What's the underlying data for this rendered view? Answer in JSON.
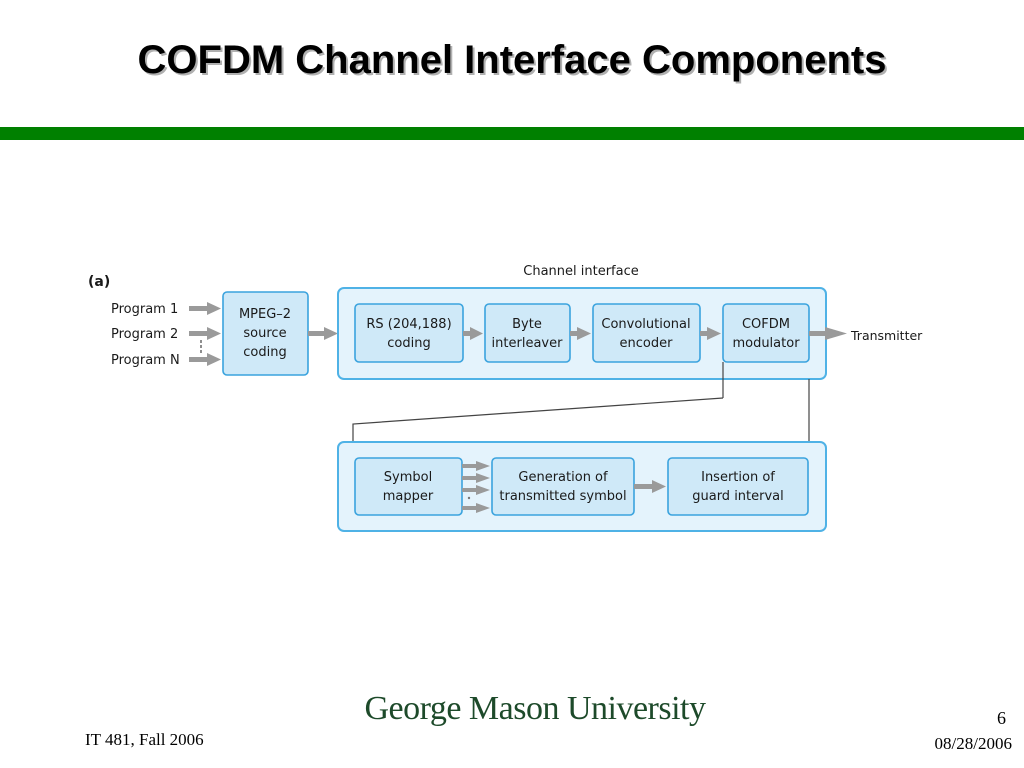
{
  "slide": {
    "title": "COFDM Channel Interface Components"
  },
  "diagram": {
    "panel_label": "(a)",
    "group_label": "Channel interface",
    "inputs": [
      "Program 1",
      "Program 2",
      "Program N"
    ],
    "blocks": {
      "mpeg": [
        "MPEG–2",
        "source",
        "coding"
      ],
      "rs": [
        "RS (204,188)",
        "coding"
      ],
      "byte": [
        "Byte",
        "interleaver"
      ],
      "conv": [
        "Convolutional",
        "encoder"
      ],
      "cofdm": [
        "COFDM",
        "modulator"
      ],
      "symbol": [
        "Symbol",
        "mapper"
      ],
      "generation": [
        "Generation of",
        "transmitted symbol"
      ],
      "insertion": [
        "Insertion of",
        "guard interval"
      ]
    },
    "output_label": "Transmitter"
  },
  "footer": {
    "university": "George Mason University",
    "course": "IT 481, Fall 2006",
    "page_number": "6",
    "date": "08/28/2006"
  }
}
